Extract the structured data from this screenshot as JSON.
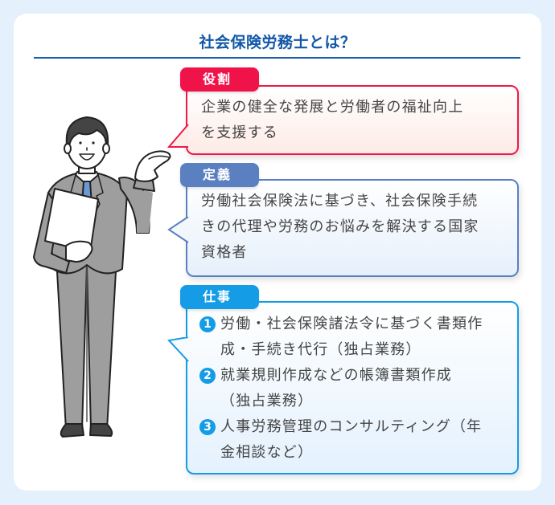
{
  "title": "社会保険労務士とは？",
  "colors": {
    "background": "#e4f0fc",
    "title": "#1258a8",
    "role": "#f0134a",
    "definition": "#5b80c1",
    "work": "#159ce6",
    "body_text": "#454545"
  },
  "illustration": {
    "description": "businessman in gray suit with blue tie holding a white folder, gesturing toward the boxes"
  },
  "sections": [
    {
      "label": "役割",
      "lines": [
        "企業の健全な発展と労働者の福祉向上",
        "を支援する"
      ]
    },
    {
      "label": "定義",
      "lines": [
        "労働社会保険法に基づき、社会保険手続",
        "きの代理や労務のお悩みを解決する国家",
        "資格者"
      ]
    },
    {
      "label": "仕事",
      "items": [
        {
          "num": "1",
          "lines": [
            "労働・社会保険諸法令に基づく書類作",
            "成・手続き代行（独占業務）"
          ]
        },
        {
          "num": "2",
          "lines": [
            "就業規則作成などの帳簿書類作成",
            "（独占業務）"
          ]
        },
        {
          "num": "3",
          "lines": [
            "人事労務管理のコンサルティング（年",
            "金相談など）"
          ]
        }
      ]
    }
  ]
}
